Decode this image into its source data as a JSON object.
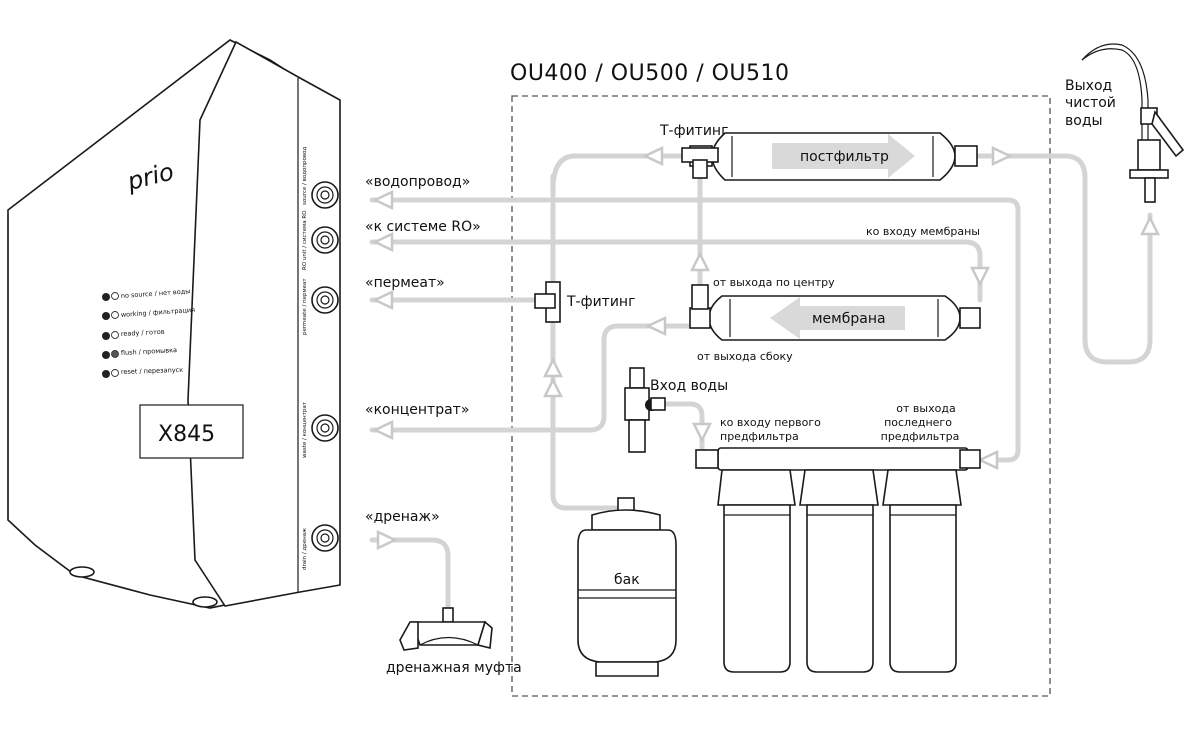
{
  "title": "OU400 / OU500 / OU510",
  "device": {
    "brand": "prio",
    "model": "X845",
    "indicators": [
      {
        "label": "no source / нет воды"
      },
      {
        "label": "working / фильтрация"
      },
      {
        "label": "ready / готов"
      },
      {
        "label": "flush / промывка"
      },
      {
        "label": "reset / перезапуск"
      }
    ],
    "port_labels": [
      "source / водопровод",
      "RO unit / система RO",
      "permeate / пермеат",
      "waste / концентрат",
      "drain / дренаж"
    ]
  },
  "ports": [
    {
      "label": "«водопровод»"
    },
    {
      "label": "«к системе RO»"
    },
    {
      "label": "«пермеат»"
    },
    {
      "label": "«концентрат»"
    },
    {
      "label": "«дренаж»"
    }
  ],
  "labels": {
    "t_fitting_top": "Т-фитинг",
    "t_fitting_mid": "Т-фитинг",
    "postfilter": "постфильтр",
    "membrane": "мембрана",
    "to_membrane_input": "ко входу мембраны",
    "from_center_outlet": "от выхода по центру",
    "from_side_outlet": "от выхода сбоку",
    "water_inlet": "Вход воды",
    "to_first_prefilter": [
      "ко входу первого",
      "предфильтра"
    ],
    "from_last_prefilter": [
      "от выхода",
      "последнего",
      "предфильтра"
    ],
    "tank": "бак",
    "drain_clamp": "дренажная муфта",
    "clean_water": [
      "Выход",
      "чистой",
      "воды"
    ]
  },
  "colors": {
    "pipe": "#d4d4d4",
    "outline": "#1a1a1a",
    "dashed_frame": "#555555",
    "led": "#222222"
  }
}
